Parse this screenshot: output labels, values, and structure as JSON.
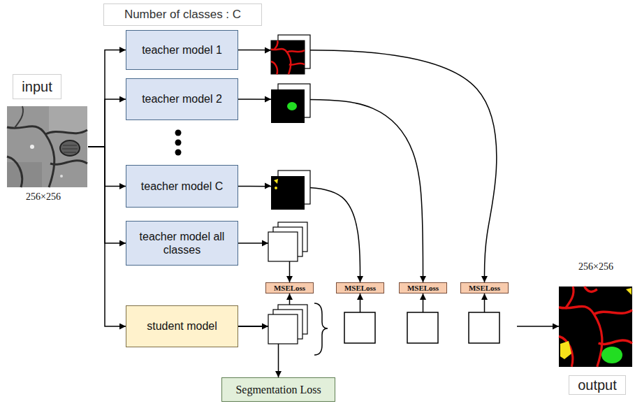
{
  "diagram": {
    "nodes": [
      {
        "text": [
          "Number of classes : C"
        ]
      },
      {
        "text": [
          "input"
        ]
      },
      {
        "text": [
          "teacher model 1"
        ]
      },
      {
        "text": [
          "teacher model 2"
        ]
      },
      {
        "text": [
          "teacher model C"
        ]
      },
      {
        "text": [
          "teacher model all classes"
        ]
      },
      {
        "text": [
          "student model"
        ]
      },
      {
        "text": [
          "MSELoss"
        ]
      },
      {
        "text": [
          "MSELoss"
        ]
      },
      {
        "text": [
          "MSELoss"
        ]
      },
      {
        "text": [
          "MSELoss"
        ]
      },
      {
        "text": [
          "Segmentation Loss"
        ]
      },
      {
        "text": [
          "output"
        ]
      }
    ],
    "edges": [
      {
        "from": 1,
        "to": 2,
        "arrow": "to"
      },
      {
        "from": 1,
        "to": 3,
        "arrow": "to"
      },
      {
        "from": 1,
        "to": 4,
        "arrow": "to"
      },
      {
        "from": 1,
        "to": 5,
        "arrow": "to"
      },
      {
        "from": 1,
        "to": 6,
        "arrow": "to"
      },
      {
        "from": 2,
        "to": 10,
        "arrow": "to"
      },
      {
        "from": 3,
        "to": 9,
        "arrow": "to"
      },
      {
        "from": 4,
        "to": 8,
        "arrow": "to"
      },
      {
        "from": 5,
        "to": 7,
        "arrow": "to"
      },
      {
        "from": 6,
        "to": 7,
        "arrow": "to"
      },
      {
        "from": 6,
        "to": 11,
        "arrow": "to"
      },
      {
        "from": 6,
        "to": 8,
        "arrow": "to"
      },
      {
        "from": 6,
        "to": 9,
        "arrow": "to"
      },
      {
        "from": 6,
        "to": 10,
        "arrow": "to"
      },
      {
        "from": 6,
        "to": 12,
        "arrow": "to"
      }
    ],
    "labels": [
      "256×256",
      "256×256"
    ]
  }
}
